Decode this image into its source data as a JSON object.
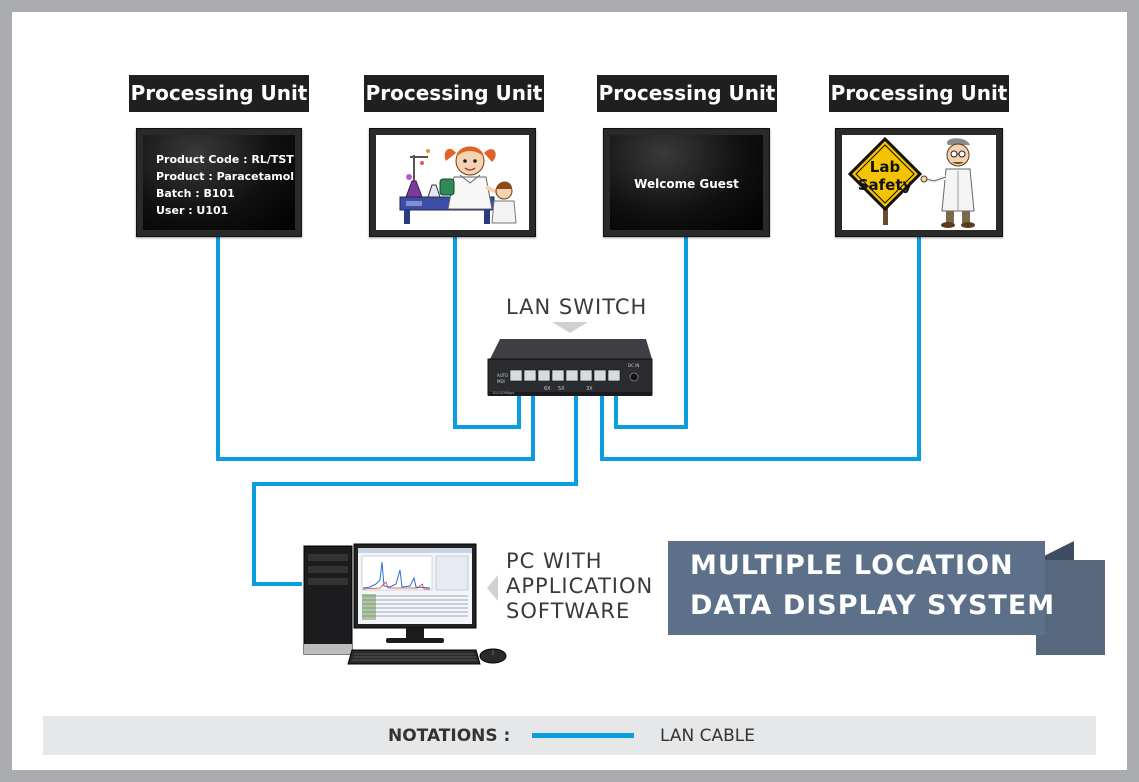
{
  "processing_units": [
    {
      "label": "Processing Unit",
      "screen": {
        "kind": "info",
        "lines": [
          "Product Code : RL/TST",
          "Product : Paracetamol",
          "Batch : B101",
          "User : U101"
        ]
      }
    },
    {
      "label": "Processing Unit",
      "screen": {
        "kind": "illustration",
        "image": "lab-scientist-cartoon"
      }
    },
    {
      "label": "Processing Unit",
      "screen": {
        "kind": "welcome",
        "text": "Welcome Guest"
      }
    },
    {
      "label": "Processing Unit",
      "screen": {
        "kind": "illustration",
        "image": "lab-safety-sign-cartoon",
        "sign_lines": [
          "Lab",
          "Safety"
        ]
      }
    }
  ],
  "switch": {
    "caption": "LAN SWITCH",
    "device_markings": [
      "AUTO",
      "MDI",
      "DC IN",
      "10/100Mbps",
      "6X",
      "5X",
      "3X"
    ]
  },
  "pc": {
    "caption_lines": [
      "PC WITH",
      "APPLICATION",
      "SOFTWARE"
    ]
  },
  "title": {
    "lines": [
      "MULTIPLE LOCATION",
      "DATA DISPLAY SYSTEM"
    ]
  },
  "notations": {
    "heading": "NOTATIONS :",
    "items": [
      {
        "label": "LAN CABLE",
        "line_color": "#0a9de0"
      }
    ]
  },
  "colors": {
    "lan_cable": "#0a9de0",
    "page_border": "#a9abae",
    "unit_label_bg": "#1f1f1f",
    "title_panel": "#5c708a",
    "title_fold": "#56677e",
    "notation_bar": "#e6e7e8"
  }
}
